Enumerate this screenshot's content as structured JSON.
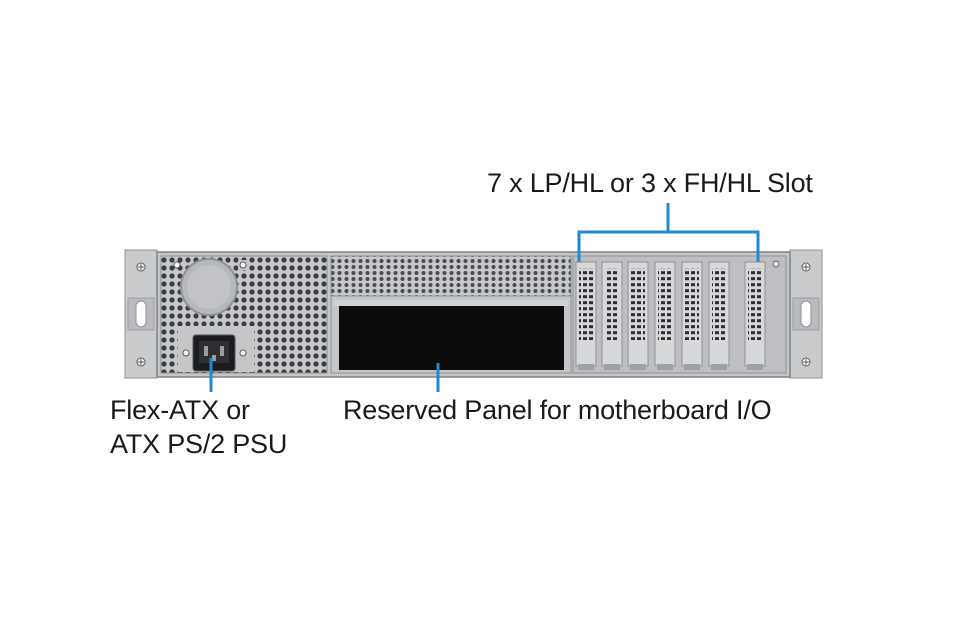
{
  "callouts": {
    "slots": "7 x LP/HL or 3 x FH/HL Slot",
    "psu_line1": "Flex-ATX or",
    "psu_line2": "ATX PS/2 PSU",
    "io_panel": "Reserved Panel for motherboard I/O"
  },
  "colors": {
    "chassis": "#c4c6c8",
    "chassis_dark": "#8e9195",
    "panel": "#0c0c0c",
    "leader": "#1f8ad0",
    "text": "#1a1a1a"
  },
  "slot_count": 7
}
